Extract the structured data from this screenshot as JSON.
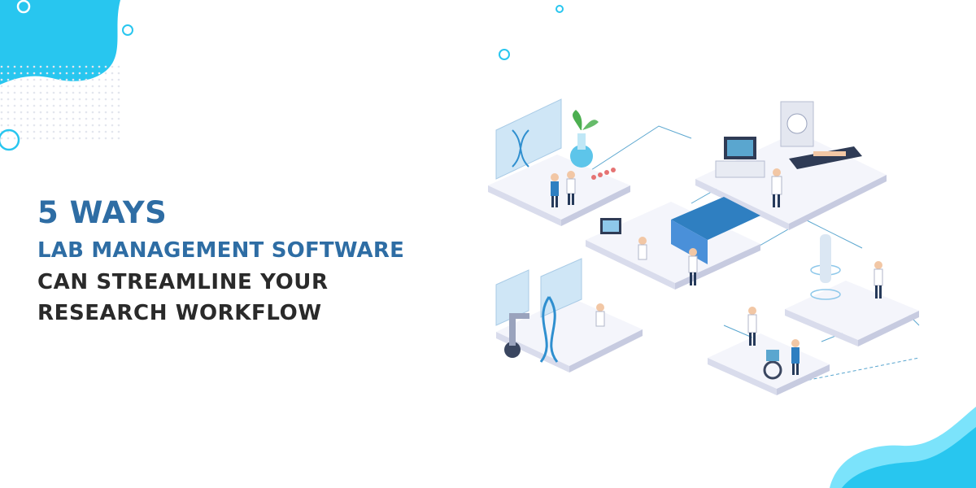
{
  "banner": {
    "line1": "5 WAYS",
    "line2": "LAB MANAGEMENT SOFTWARE",
    "line3": "CAN STREAMLINE YOUR",
    "line4": "RESEARCH WORKFLOW"
  },
  "colors": {
    "accent_blue": "#2e6da4",
    "dark_text": "#2a2a2a",
    "blob_cyan": "#28c6ef",
    "blob_cyan_light": "#7be3fb",
    "platform_top": "#f4f5fb",
    "platform_side": "#d9dcec"
  },
  "illustration": {
    "icons": [
      "dna-helix-icon",
      "plant-sprout-icon",
      "microscope-icon",
      "scientist-icon",
      "mri-scanner-icon",
      "wheelchair-icon",
      "robotic-arm-icon",
      "computer-monitor-icon"
    ]
  }
}
